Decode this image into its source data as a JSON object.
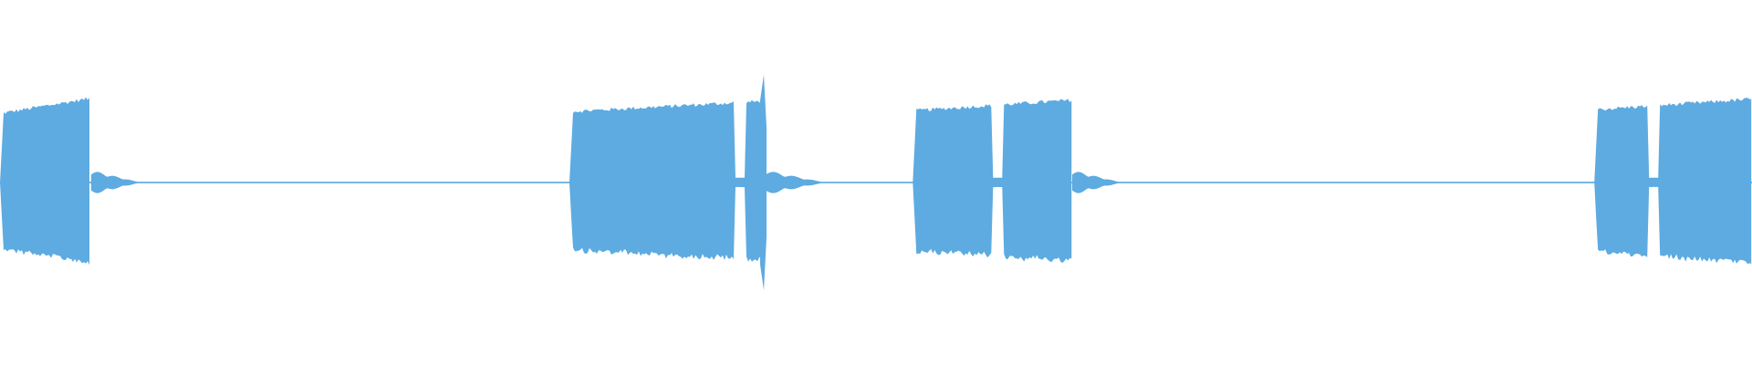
{
  "waveform": {
    "color": "#5dabe1",
    "background": "#ffffff",
    "samples": [
      0.0,
      0.01,
      0.01,
      0.01,
      0.01,
      0.02,
      0.02,
      0.02,
      0.03,
      0.03,
      0.02,
      0.01,
      0.01,
      0.01,
      0.01,
      0.0,
      0.0,
      0.0,
      0.0,
      0.0
    ],
    "segments": [
      {
        "start": 0.0,
        "end": 0.052,
        "amp_start": 0.72,
        "amp_end": 0.88,
        "tail": "decay-short",
        "notch": null
      },
      {
        "start": 0.325,
        "end": 0.437,
        "amp_start": 0.74,
        "amp_end": 0.85,
        "tail": "spike-decay",
        "notch": 0.422
      },
      {
        "start": 0.521,
        "end": 0.612,
        "amp_start": 0.75,
        "amp_end": 0.86,
        "tail": "decay-short",
        "notch": 0.569
      },
      {
        "start": 0.91,
        "end": 1.0,
        "amp_start": 0.76,
        "amp_end": 0.87,
        "tail": "none",
        "notch": 0.944
      }
    ],
    "baseline_amplitude": 0.01
  }
}
